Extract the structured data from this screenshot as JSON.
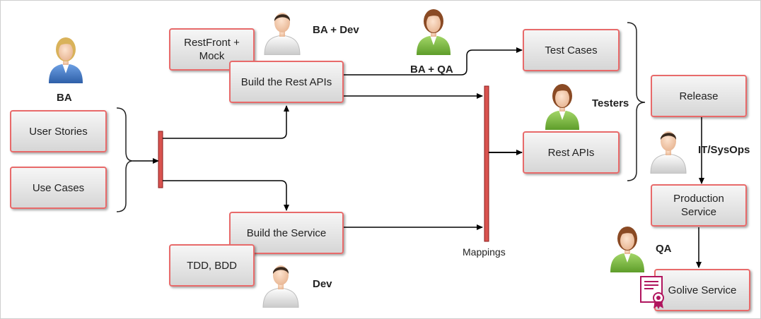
{
  "boxes": {
    "user_stories": "User Stories",
    "use_cases": "Use Cases",
    "restfront_line1": "RestFront +",
    "restfront_line2": "Mock",
    "build_rest_apis": "Build the Rest APIs",
    "build_service": "Build the Service",
    "tdd_bdd": "TDD, BDD",
    "test_cases": "Test Cases",
    "rest_apis": "Rest APIs",
    "release": "Release",
    "production_line1": "Production",
    "production_line2": "Service",
    "golive": "Golive Service"
  },
  "labels": {
    "ba": "BA",
    "ba_dev": "BA + Dev",
    "ba_qa": "BA + QA",
    "dev": "Dev",
    "testers": "Testers",
    "it_sysops": "IT/SysOps",
    "qa": "QA",
    "mappings": "Mappings"
  },
  "icons": [
    "female-blue-person-icon",
    "male-white-person-icon",
    "female-green-person-icon",
    "certificate-icon"
  ],
  "colors": {
    "box_border": "#e86a6a",
    "bar": "#d9534f",
    "female_blue": "#3f78c4",
    "female_green": "#7dbd3f",
    "certificate": "#b0155e"
  }
}
